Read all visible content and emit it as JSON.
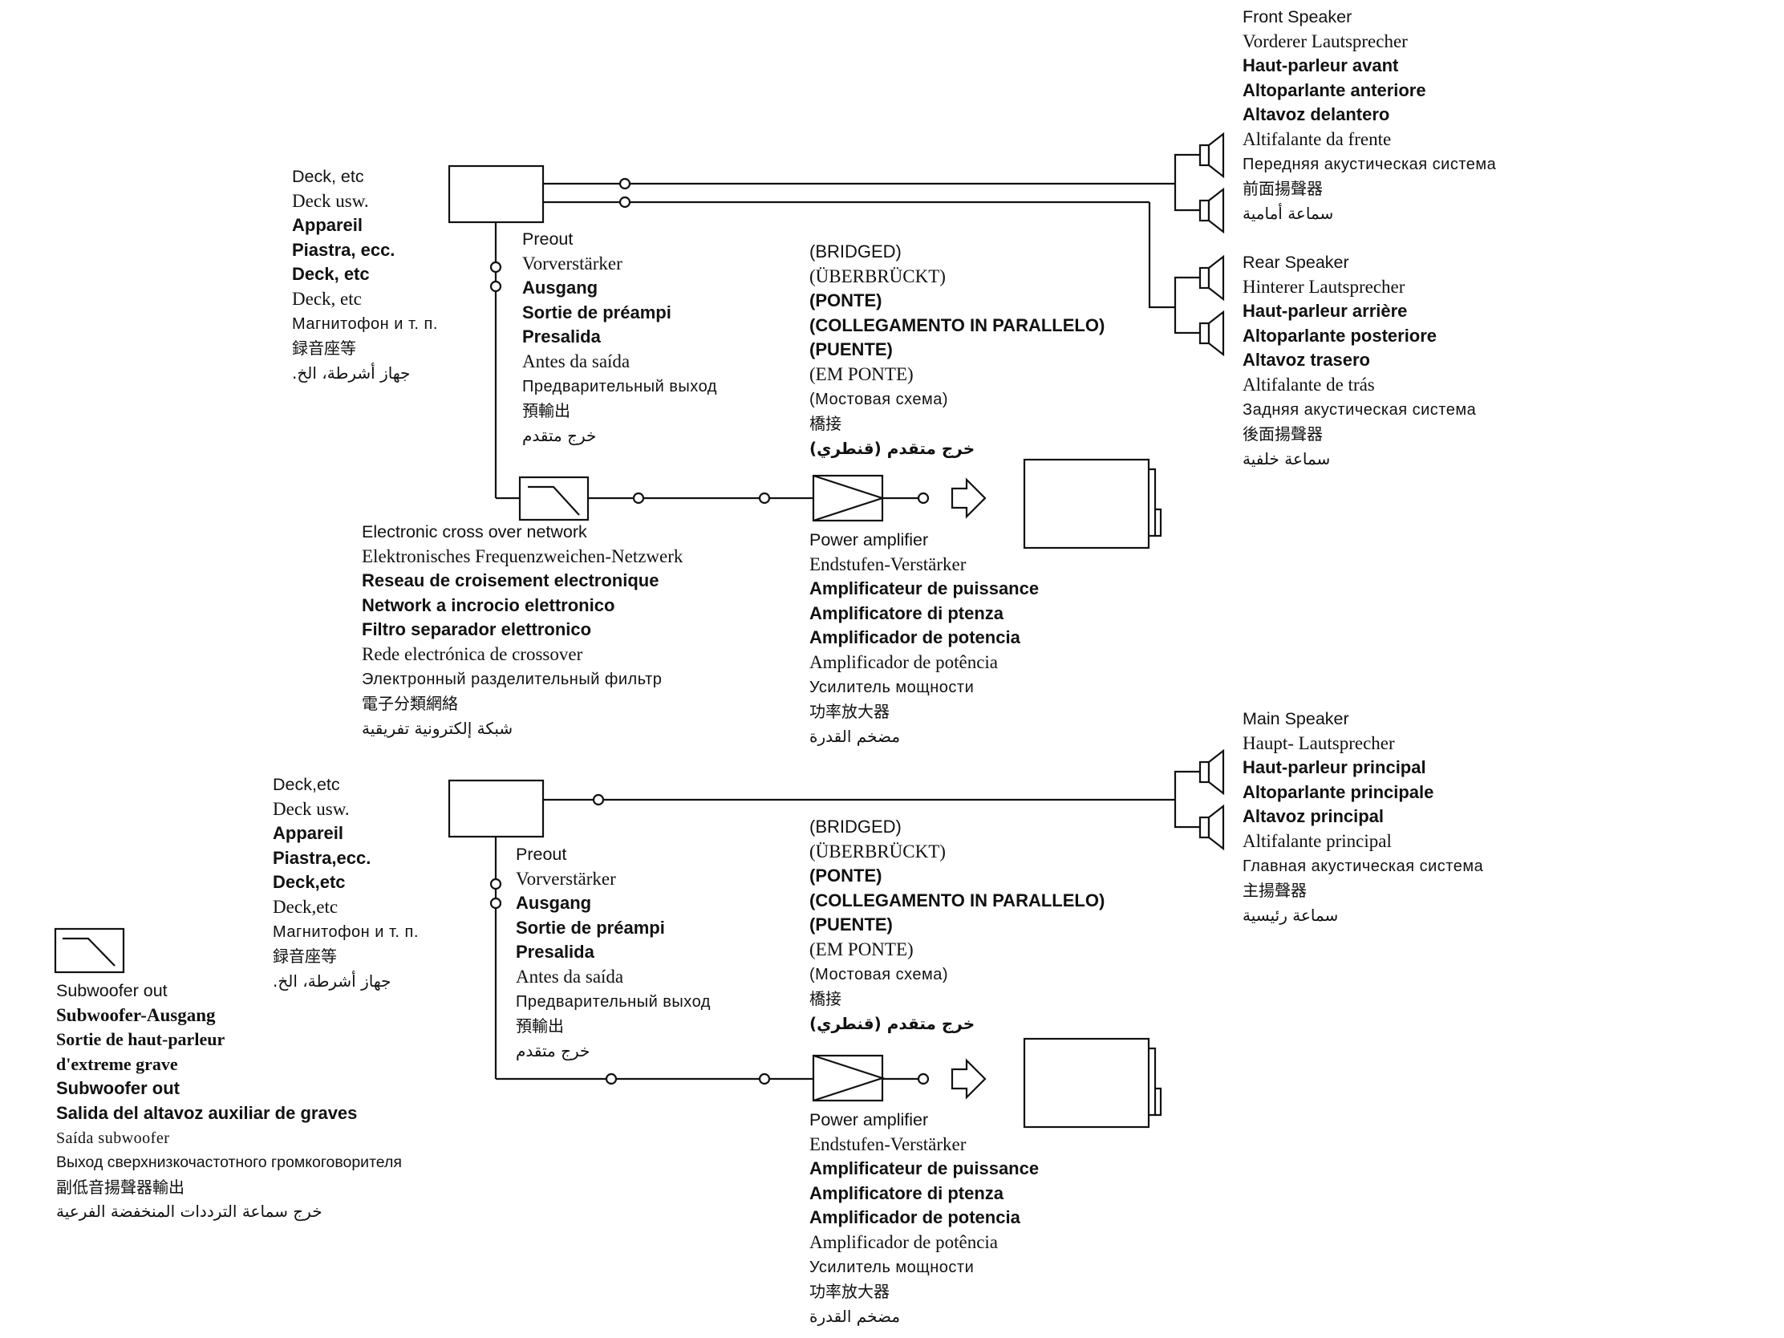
{
  "front_speaker": [
    "Front Speaker",
    "Vorderer Lautsprecher",
    "Haut-parleur avant",
    "Altoparlante anteriore",
    "Altavoz delantero",
    "Altifalante da frente",
    "Передняя акустическая система",
    "前面揚聲器",
    "سماعة أمامية"
  ],
  "rear_speaker": [
    "Rear Speaker",
    "Hinterer Lautsprecher",
    "Haut-parleur arrière",
    "Altoparlante posteriore",
    "Altavoz trasero",
    "Altifalante de trás",
    "Задняя акустическая система",
    "後面揚聲器",
    "سماعة خلفية"
  ],
  "main_speaker": [
    "Main Speaker",
    "Haupt- Lautsprecher",
    "Haut-parleur principal",
    "Altoparlante principale",
    "Altavoz principal",
    "Altifalante principal",
    "Главная акустическая система",
    "主揚聲器",
    "سماعة رئيسية"
  ],
  "deck_top": [
    "Deck, etc",
    "Deck usw.",
    "Appareil",
    "Piastra, ecc.",
    "Deck, etc",
    "Deck, etc",
    "Магнитофон и т. п.",
    "録音座等",
    "جهاز أشرطة، الخ."
  ],
  "deck_bottom": [
    "Deck,etc",
    "Deck usw.",
    "Appareil",
    "Piastra,ecc.",
    "Deck,etc",
    "Deck,etc",
    "Магнитофон и т. п.",
    "録音座等",
    "جهاز أشرطة، الخ."
  ],
  "preout": [
    "Preout",
    "Vorverstärker",
    "Ausgang",
    "Sortie de préampi",
    "Presalida",
    "Antes da saída",
    "Предварительный выход",
    "預輸出",
    "خرج متقدم"
  ],
  "bridged": [
    "(BRIDGED)",
    "(ÜBERBRÜCKT)",
    "(PONTE)",
    "(COLLEGAMENTO IN PARALLELO)",
    "(PUENTE)",
    "(EM PONTE)",
    "(Мостовая схема)",
    "橋接",
    "خرج متقدم (قنطري)"
  ],
  "crossover": [
    "Electronic cross over network",
    "Elektronisches Frequenzweichen-Netzwerk",
    "Reseau de croisement electronique",
    "Network a incrocio elettronico",
    "Filtro separador elettronico",
    "Rede electrónica de crossover",
    "Электронный разделительный фильтр",
    "電子分類網絡",
    "شبكة إلكترونية تفريقية"
  ],
  "power_amp": [
    "Power amplifier",
    "Endstufen-Verstärker",
    "Amplificateur de puissance",
    "Amplificatore di ptenza",
    "Amplificador de potencia",
    "Amplificador de potência",
    "Усилитель мощности",
    "功率放大器",
    "مضخم القدرة"
  ],
  "subwoofer": [
    "Subwoofer out",
    "Subwoofer-Ausgang",
    "Sortie de haut-parleur",
    "d'extreme grave",
    "Subwoofer out",
    "Salida del altavoz auxiliar de graves",
    "Saída subwoofer",
    "Выход сверхнизкочастотного громкоговорителя",
    "副低音揚聲器輸出",
    "خرج سماعة الترددات المنخفضة الفرعية"
  ]
}
